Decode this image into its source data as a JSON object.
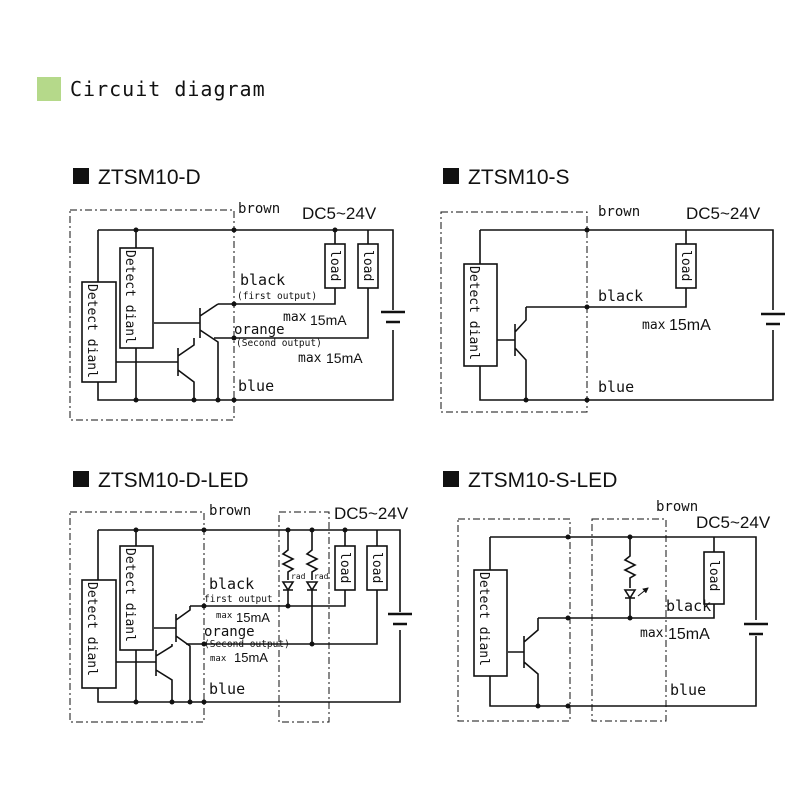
{
  "header": {
    "title": "Circuit diagram",
    "accent_color": "#b5d98a"
  },
  "panels": {
    "d": {
      "title": "ZTSM10-D",
      "brown": "brown",
      "voltage": "DC5~24V",
      "black": "black",
      "first_output": "(first output)",
      "orange": "orange",
      "second_output": "(Second output)",
      "max1_prefix": "max",
      "max1_value": "15mA",
      "max2_prefix": "max",
      "max2_value": "15mA",
      "blue": "blue",
      "load1": "load",
      "load2": "load",
      "dial1": "Detect dianl",
      "dial2": "Detect dianl"
    },
    "s": {
      "title": "ZTSM10-S",
      "brown": "brown",
      "voltage": "DC5~24V",
      "black": "black",
      "max_prefix": "max",
      "max_value": "15mA",
      "blue": "blue",
      "load": "load",
      "dial": "Detect dianl"
    },
    "dled": {
      "title": "ZTSM10-D-LED",
      "brown": "brown",
      "voltage": "DC5~24V",
      "black": "black",
      "first_output": "first output",
      "orange": "orange",
      "second_output": "(Second output)",
      "max1_prefix": "max",
      "max1_value": "15mA",
      "max2_prefix": "max",
      "max2_value": "15mA",
      "blue": "blue",
      "load1": "load",
      "load2": "load",
      "rad1": "rad",
      "rad2": "rad",
      "dial1": "Detect dianl",
      "dial2": "Detect dianl"
    },
    "sled": {
      "title": "ZTSM10-S-LED",
      "brown": "brown",
      "voltage": "DC5~24V",
      "black": "black",
      "max_prefix": "max",
      "max_value": "15mA",
      "blue": "blue",
      "load": "load",
      "dial": "Detect dianl"
    }
  }
}
